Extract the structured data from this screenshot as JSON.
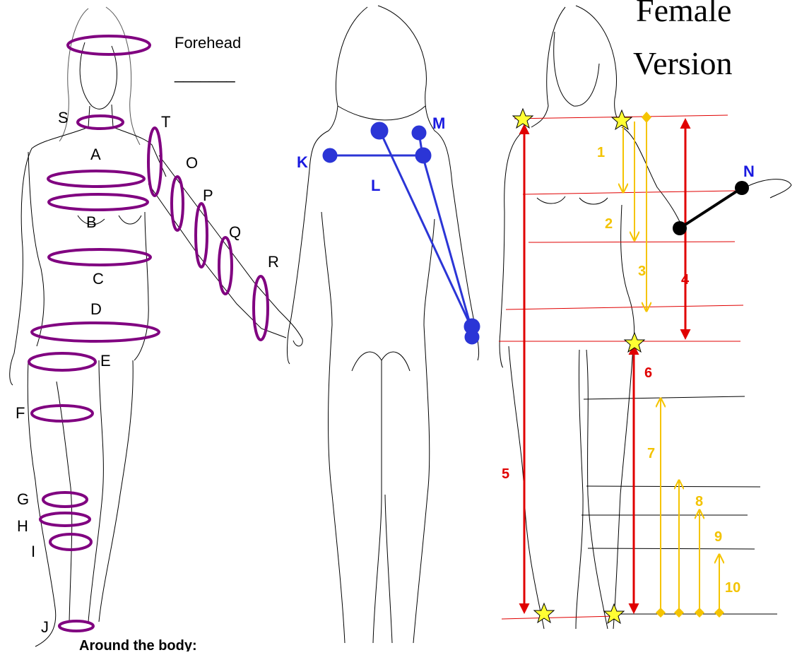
{
  "title_line1": "Female",
  "title_line2": "Version",
  "forehead_label": "Forehead",
  "forehead_blank": "_______",
  "circumference_labels": {
    "S": "S",
    "T": "T",
    "A": "A",
    "O": "O",
    "P": "P",
    "B": "B",
    "Q": "Q",
    "R": "R",
    "C": "C",
    "D": "D",
    "E": "E",
    "F": "F",
    "G": "G",
    "H": "H",
    "I": "I",
    "J": "J"
  },
  "back_labels": {
    "K": "K",
    "L": "L",
    "M": "M"
  },
  "side_labels": {
    "N": "N"
  },
  "length_labels": {
    "1": "1",
    "2": "2",
    "3": "3",
    "4": "4",
    "5": "5",
    "6": "6",
    "7": "7",
    "8": "8",
    "9": "9",
    "10": "10"
  },
  "footer_text": "Around the body:",
  "colors": {
    "ring": "#800080",
    "blue": "#2b35d6",
    "red": "#e00000",
    "gold": "#f5c400",
    "star": "#ffff33"
  }
}
